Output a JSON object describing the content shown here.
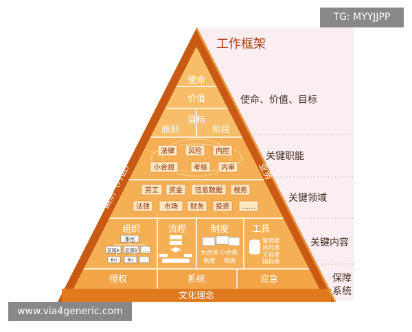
{
  "title": "工作框架",
  "watermark_top": "TG: MYYJJPP",
  "watermark_bottom": "www.via4generic.com",
  "colors": {
    "frame_dark": "#c85a13",
    "frame_mid": "#e07a1f",
    "fill_light": "#f5b055",
    "fill_pale": "#f8c879",
    "band_right": "#fbeef0",
    "tag_fill": "#fde7c0",
    "tag_text": "#8a2a0a",
    "dotted": "#b9b9b9"
  },
  "side_labels": {
    "left": "国别（片区）",
    "right": "业务"
  },
  "tiers": {
    "mission": "使命",
    "value": "价值",
    "goal": "目标",
    "principle": "原则",
    "stage": "阶段"
  },
  "function_tags": [
    "法律",
    "风险",
    "内控",
    "小合规",
    "考核",
    "内审"
  ],
  "domain_tags": [
    "劳工",
    "资金",
    "信息数据",
    "税务",
    "法律",
    "市场",
    "财务",
    "投资",
    "……"
  ],
  "content": {
    "org": {
      "title": "组织",
      "group": "集团",
      "region_a": "区域A",
      "region_b": "区域B",
      "ellipsis": "…",
      "bu": "BU"
    },
    "process": {
      "title": "流程"
    },
    "system": {
      "title": "制度",
      "line1": "大合规 小合规",
      "line2a": "制度",
      "line2b": "制度"
    },
    "tools": {
      "title": "工具",
      "items": [
        "案例库",
        "风险库",
        "文档库",
        "指标库"
      ]
    }
  },
  "support": [
    "授权",
    "系统",
    "应急"
  ],
  "culture": "文化理念",
  "right_labels": {
    "mission": "使命、价值、目标",
    "function": "关键职能",
    "domain": "关键领域",
    "content": "关键内容",
    "support_line1": "保障",
    "support_line2": "系统"
  }
}
